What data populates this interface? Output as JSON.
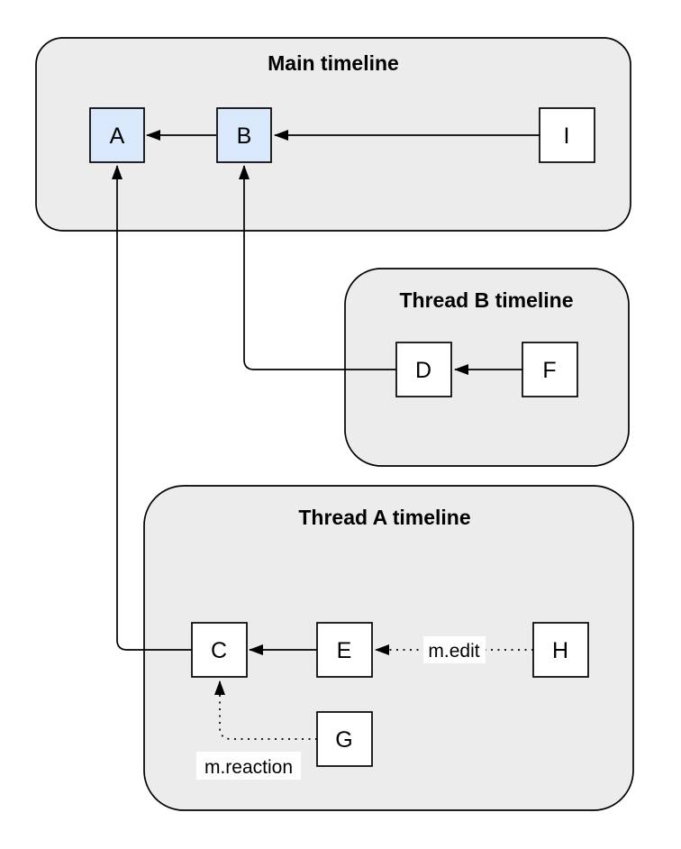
{
  "diagram": {
    "containers": [
      {
        "id": "main-timeline",
        "title": "Main timeline"
      },
      {
        "id": "thread-b-timeline",
        "title": "Thread B timeline"
      },
      {
        "id": "thread-a-timeline",
        "title": "Thread A timeline"
      }
    ],
    "nodes": {
      "a": {
        "label": "A",
        "highlighted": true,
        "timeline": "Main timeline"
      },
      "b": {
        "label": "B",
        "highlighted": true,
        "timeline": "Main timeline"
      },
      "i": {
        "label": "I",
        "highlighted": false,
        "timeline": "Main timeline"
      },
      "d": {
        "label": "D",
        "highlighted": false,
        "timeline": "Thread B timeline"
      },
      "f": {
        "label": "F",
        "highlighted": false,
        "timeline": "Thread B timeline"
      },
      "c": {
        "label": "C",
        "highlighted": false,
        "timeline": "Thread A timeline"
      },
      "e": {
        "label": "E",
        "highlighted": false,
        "timeline": "Thread A timeline"
      },
      "h": {
        "label": "H",
        "highlighted": false,
        "timeline": "Thread A timeline"
      },
      "g": {
        "label": "G",
        "highlighted": false,
        "timeline": "Thread A timeline"
      }
    },
    "edges": [
      {
        "from": "B",
        "to": "A",
        "style": "solid",
        "label": ""
      },
      {
        "from": "I",
        "to": "B",
        "style": "solid",
        "label": ""
      },
      {
        "from": "F",
        "to": "D",
        "style": "solid",
        "label": ""
      },
      {
        "from": "D",
        "to": "B",
        "style": "solid",
        "label": ""
      },
      {
        "from": "E",
        "to": "C",
        "style": "solid",
        "label": ""
      },
      {
        "from": "C",
        "to": "A",
        "style": "solid",
        "label": ""
      },
      {
        "from": "H",
        "to": "E",
        "style": "dotted",
        "label": "m.edit"
      },
      {
        "from": "G",
        "to": "C",
        "style": "dotted",
        "label": "m.reaction"
      }
    ],
    "colors": {
      "background": "#ffffff",
      "container_fill": "#ececec",
      "node_highlight_fill": "#dae8fc",
      "node_default_fill": "#ffffff",
      "stroke": "#000000"
    }
  }
}
